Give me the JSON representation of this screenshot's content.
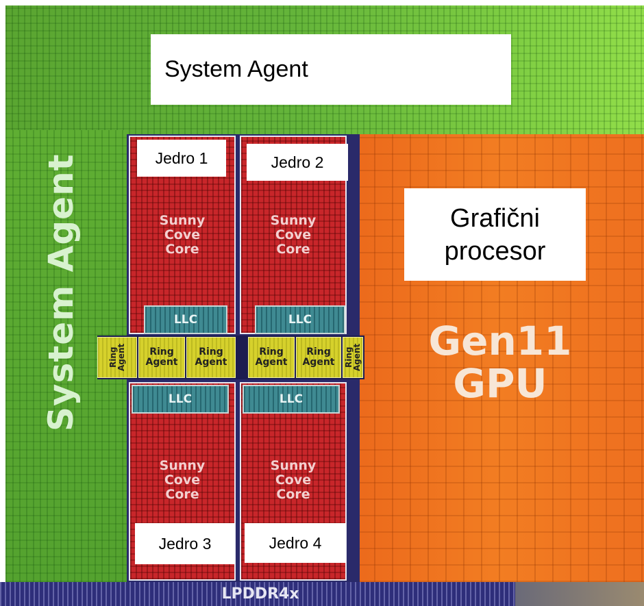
{
  "labels": {
    "system_agent_top": "System Agent",
    "system_agent_vertical": "System Agent",
    "gpu_label": "Grafični procesor",
    "gpu_name_line1": "Gen11",
    "gpu_name_line2": "GPU",
    "memory": "LPDDR4x"
  },
  "cores": [
    {
      "label": "Jedro 1",
      "core_line1": "Sunny",
      "core_line2": "Cove",
      "core_line3": "Core",
      "llc": "LLC"
    },
    {
      "label": "Jedro 2",
      "core_line1": "Sunny",
      "core_line2": "Cove",
      "core_line3": "Core",
      "llc": "LLC"
    },
    {
      "label": "Jedro 3",
      "core_line1": "Sunny",
      "core_line2": "Cove",
      "core_line3": "Core",
      "llc": "LLC"
    },
    {
      "label": "Jedro 4",
      "core_line1": "Sunny",
      "core_line2": "Cove",
      "core_line3": "Core",
      "llc": "LLC"
    }
  ],
  "ring_agent": "Ring Agent",
  "colors": {
    "system_agent": "#5fae33",
    "core": "#c8262a",
    "llc": "#3f8a92",
    "ring": "#d6d12c",
    "gpu": "#f27d22",
    "memory": "#2e2e7a"
  }
}
